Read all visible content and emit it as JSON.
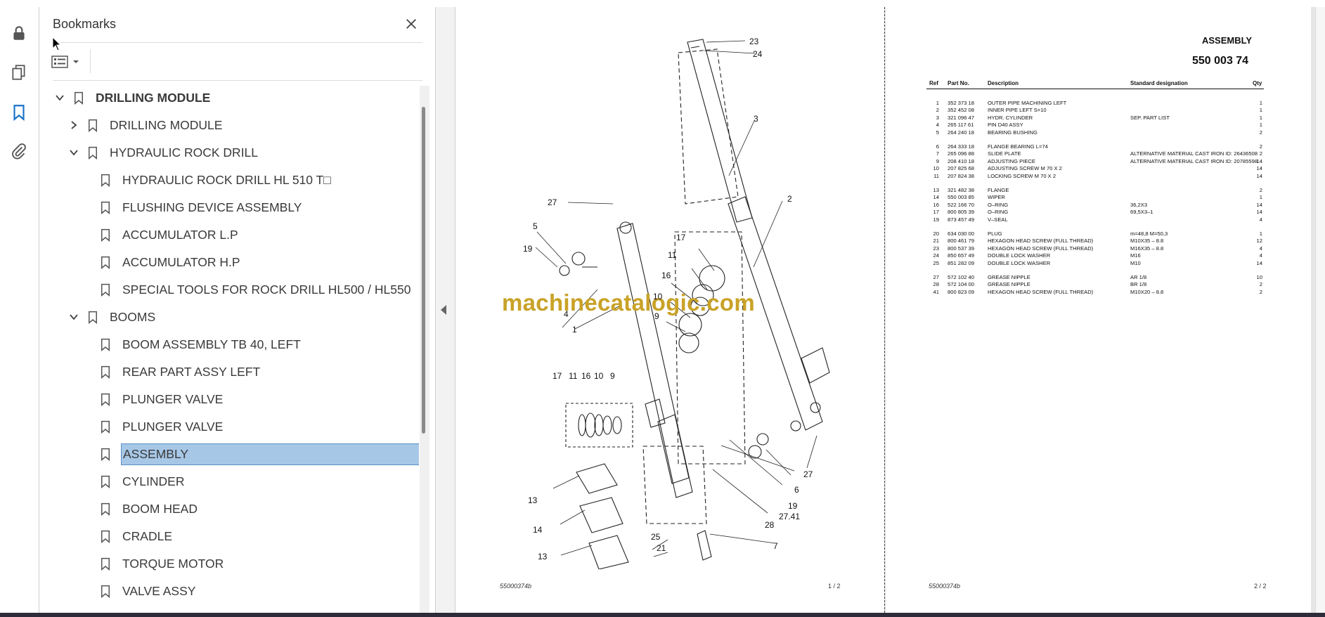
{
  "sidebar": {
    "title": "Bookmarks",
    "icons": [
      "lock-icon",
      "pages-icon",
      "bookmark-icon",
      "paperclip-icon"
    ]
  },
  "bookmarks": [
    {
      "label": "DRILLING MODULE",
      "level": 0,
      "expander": "expanded",
      "bold": true
    },
    {
      "label": "DRILLING MODULE",
      "level": 1,
      "expander": "collapsed"
    },
    {
      "label": "HYDRAULIC ROCK DRILL",
      "level": 1,
      "expander": "expanded"
    },
    {
      "label": "HYDRAULIC ROCK DRILL HL 510 T□",
      "level": 2,
      "expander": "none"
    },
    {
      "label": "FLUSHING DEVICE ASSEMBLY",
      "level": 2,
      "expander": "none"
    },
    {
      "label": "ACCUMULATOR L.P",
      "level": 2,
      "expander": "none"
    },
    {
      "label": "ACCUMULATOR H.P",
      "level": 2,
      "expander": "none"
    },
    {
      "label": "SPECIAL TOOLS FOR ROCK DRILL HL500 / HL550",
      "level": 2,
      "expander": "none"
    },
    {
      "label": "BOOMS",
      "level": 1,
      "expander": "expanded"
    },
    {
      "label": "BOOM ASSEMBLY TB 40, LEFT",
      "level": 2,
      "expander": "none"
    },
    {
      "label": "REAR PART ASSY LEFT",
      "level": 2,
      "expander": "none"
    },
    {
      "label": "PLUNGER VALVE",
      "level": 2,
      "expander": "none"
    },
    {
      "label": "PLUNGER VALVE",
      "level": 2,
      "expander": "none"
    },
    {
      "label": "ASSEMBLY",
      "level": 2,
      "expander": "none",
      "selected": true
    },
    {
      "label": "CYLINDER",
      "level": 2,
      "expander": "none"
    },
    {
      "label": "BOOM HEAD",
      "level": 2,
      "expander": "none"
    },
    {
      "label": "CRADLE",
      "level": 2,
      "expander": "none"
    },
    {
      "label": "TORQUE MOTOR",
      "level": 2,
      "expander": "none"
    },
    {
      "label": "VALVE ASSY",
      "level": 2,
      "expander": "none"
    }
  ],
  "page1": {
    "watermark": "machinecatalogic.com",
    "footer_code": "55000374b",
    "page_number": "1 /  2",
    "callouts": [
      "23",
      "24",
      "3",
      "2",
      "27",
      "5",
      "19",
      "4",
      "1",
      "17",
      "11",
      "16",
      "10",
      "9",
      "17",
      "11",
      "16",
      "10",
      "9",
      "13",
      "14",
      "13",
      "25",
      "21",
      "7",
      "28",
      "27.41",
      "19",
      "6",
      "27"
    ]
  },
  "page2": {
    "title": "ASSEMBLY",
    "number": "550 003 74",
    "footer_code": "55000374b",
    "page_number": "2 /  2",
    "headers": {
      "ref": "Ref",
      "part": "Part No.",
      "desc": "Description",
      "std": "Standard designation",
      "qty": "Qty"
    },
    "parts": [
      {
        "ref": "1",
        "part": "352 373 18",
        "desc": "OUTER PIPE MACHINING LEFT",
        "std": "",
        "qty": "1"
      },
      {
        "ref": "2",
        "part": "352 452 08",
        "desc": "INNER PIPE LEFT S=10",
        "std": "",
        "qty": "1"
      },
      {
        "ref": "3",
        "part": "321 096 47",
        "desc": "HYDR. CYLINDER",
        "std": "SEP. PART LIST",
        "qty": "1"
      },
      {
        "ref": "4",
        "part": "265 117 61",
        "desc": "PIN D40 ASSY",
        "std": "",
        "qty": "1"
      },
      {
        "ref": "5",
        "part": "264 240 18",
        "desc": "BEARING BUSHING",
        "std": "",
        "qty": "2"
      },
      {
        "ref": "6",
        "part": "264 333 18",
        "desc": "FLANGE BEARING L=74",
        "std": "",
        "qty": "2"
      },
      {
        "ref": "7",
        "part": "265 096 88",
        "desc": "SLIDE PLATE",
        "std": "ALTERNATIVE MATERIAL CAST IRON ID: 26436508",
        "qty": "2"
      },
      {
        "ref": "9",
        "part": "208 410 18",
        "desc": "ADJUSTING PIECE",
        "std": "ALTERNATIVE MATERIAL CAST IRON ID: 20785598",
        "qty": "14"
      },
      {
        "ref": "10",
        "part": "207 825 68",
        "desc": "ADJUSTING SCREW M 70 X 2",
        "std": "",
        "qty": "14"
      },
      {
        "ref": "11",
        "part": "207 824 38",
        "desc": "LOCKING SCREW M 70 X 2",
        "std": "",
        "qty": "14"
      },
      {
        "ref": "13",
        "part": "321 482 38",
        "desc": "FLANGE",
        "std": "",
        "qty": "2"
      },
      {
        "ref": "14",
        "part": "550 003 85",
        "desc": "WIPER",
        "std": "",
        "qty": "1"
      },
      {
        "ref": "16",
        "part": "522 166 70",
        "desc": "O–RING",
        "std": "36,2X3",
        "qty": "14"
      },
      {
        "ref": "17",
        "part": "800 805 39",
        "desc": "O–RING",
        "std": "69,5X3–1",
        "qty": "14"
      },
      {
        "ref": "19",
        "part": "873 457 49",
        "desc": "V–SEAL",
        "std": "",
        "qty": "4"
      },
      {
        "ref": "20",
        "part": "634 030 00",
        "desc": "PLUG",
        "std": "m=48,8 M=50,3",
        "qty": "1"
      },
      {
        "ref": "21",
        "part": "800 461 79",
        "desc": "HEXAGON HEAD SCREW (FULL THREAD)",
        "std": "M10X35 – 8.8",
        "qty": "12"
      },
      {
        "ref": "23",
        "part": "800 537 39",
        "desc": "HEXAGON HEAD SCREW (FULL THREAD)",
        "std": "M16X35 – 8.8",
        "qty": "4"
      },
      {
        "ref": "24",
        "part": "850 657 49",
        "desc": "DOUBLE LOCK WASHER",
        "std": "M16",
        "qty": "4"
      },
      {
        "ref": "25",
        "part": "851 282 09",
        "desc": "DOUBLE LOCK WASHER",
        "std": "M10",
        "qty": "14"
      },
      {
        "ref": "27",
        "part": "572 102 40",
        "desc": "GREASE NIPPLE",
        "std": "AR 1/8",
        "qty": "10"
      },
      {
        "ref": "28",
        "part": "572 104 00",
        "desc": "GREASE NIPPLE",
        "std": "BR 1/8",
        "qty": "2"
      },
      {
        "ref": "41",
        "part": "800 823 09",
        "desc": "HEXAGON HEAD SCREW (FULL THREAD)",
        "std": "M10X20 – 8.8",
        "qty": "2"
      }
    ]
  },
  "colors": {
    "selection": "#a7c7e7",
    "accent": "#1a73c9",
    "watermark": "#c9a227"
  }
}
